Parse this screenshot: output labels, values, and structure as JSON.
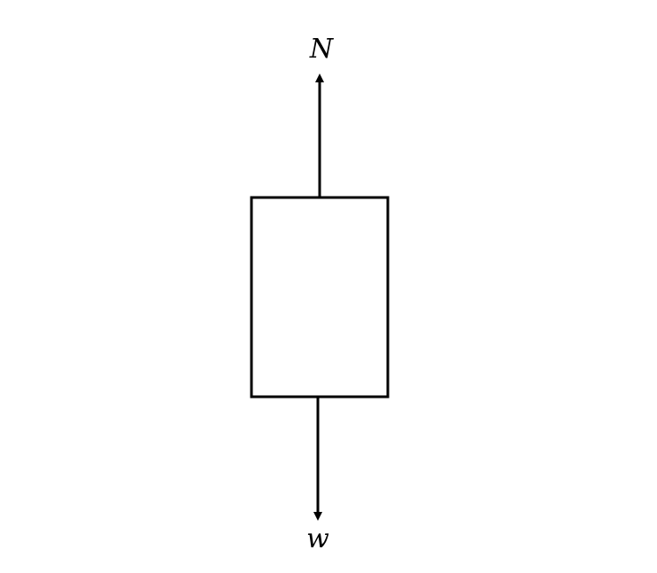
{
  "diagram": {
    "type": "free-body-diagram",
    "forces": {
      "up_label": "N",
      "down_label": "w"
    },
    "colors": {
      "stroke": "#000000",
      "background": "#ffffff"
    }
  }
}
